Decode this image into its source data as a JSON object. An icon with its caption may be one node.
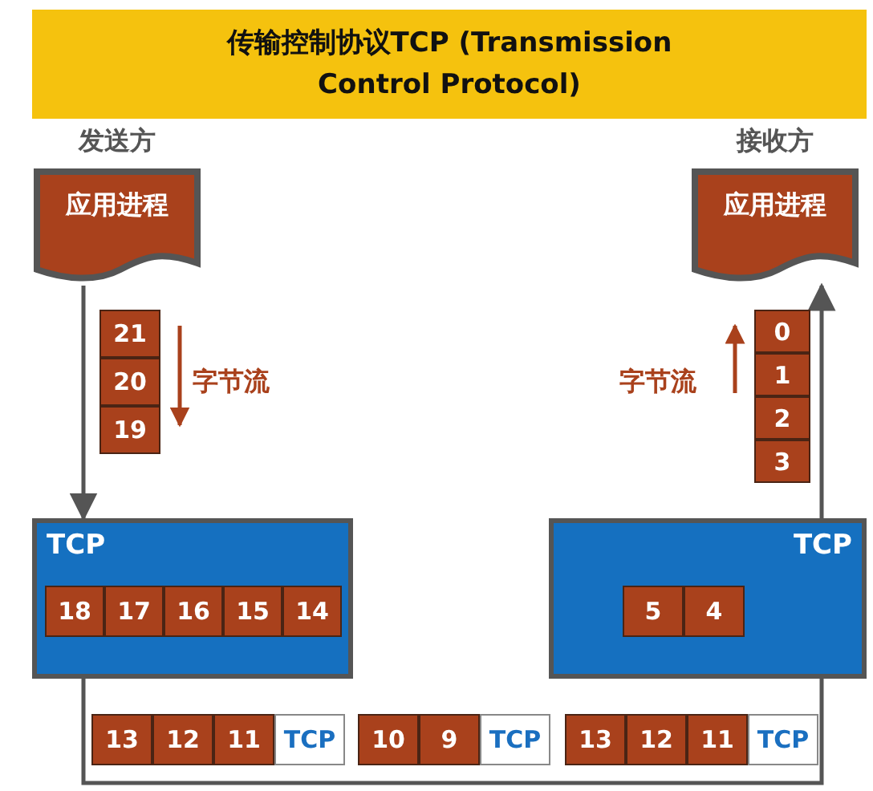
{
  "diagram": {
    "title": "传输控制协议TCP (**T**ransmission **C**ontrol **P**rotocol)",
    "nodes": [
      {
        "text": [
          "发送方",
          "应用进程"
        ]
      },
      {
        "text": [
          "接收方",
          "应用进程"
        ]
      },
      {
        "text": [
          "21"
        ]
      },
      {
        "text": [
          "20"
        ]
      },
      {
        "text": [
          "19"
        ]
      },
      {
        "text": [
          "0"
        ]
      },
      {
        "text": [
          "1"
        ]
      },
      {
        "text": [
          "2"
        ]
      },
      {
        "text": [
          "3"
        ]
      },
      {
        "text": [
          "TCP"
        ]
      },
      {
        "text": [
          "18"
        ],
        "in": 9
      },
      {
        "text": [
          "17"
        ],
        "in": 9
      },
      {
        "text": [
          "16"
        ],
        "in": 9
      },
      {
        "text": [
          "15"
        ],
        "in": 9
      },
      {
        "text": [
          "14"
        ],
        "in": 9
      },
      {
        "text": [
          "TCP"
        ]
      },
      {
        "text": [
          "5"
        ],
        "in": 15
      },
      {
        "text": [
          "4"
        ],
        "in": 15
      },
      {
        "text": [
          "13"
        ]
      },
      {
        "text": [
          "12"
        ]
      },
      {
        "text": [
          "11"
        ]
      },
      {
        "text": [
          "TCP"
        ]
      },
      {
        "text": [
          "10"
        ]
      },
      {
        "text": [
          "9"
        ]
      },
      {
        "text": [
          "TCP"
        ]
      },
      {
        "text": [
          "13"
        ]
      },
      {
        "text": [
          "12"
        ]
      },
      {
        "text": [
          "11"
        ]
      },
      {
        "text": [
          "TCP"
        ]
      }
    ],
    "edges": [
      {
        "from": 0,
        "to": 9,
        "arrow": "to"
      },
      {
        "from": 15,
        "to": 1,
        "arrow": "to"
      },
      {
        "from": 9,
        "to": 15,
        "arrow": "none"
      }
    ],
    "labels": [
      "字节流",
      "字节流"
    ]
  }
}
